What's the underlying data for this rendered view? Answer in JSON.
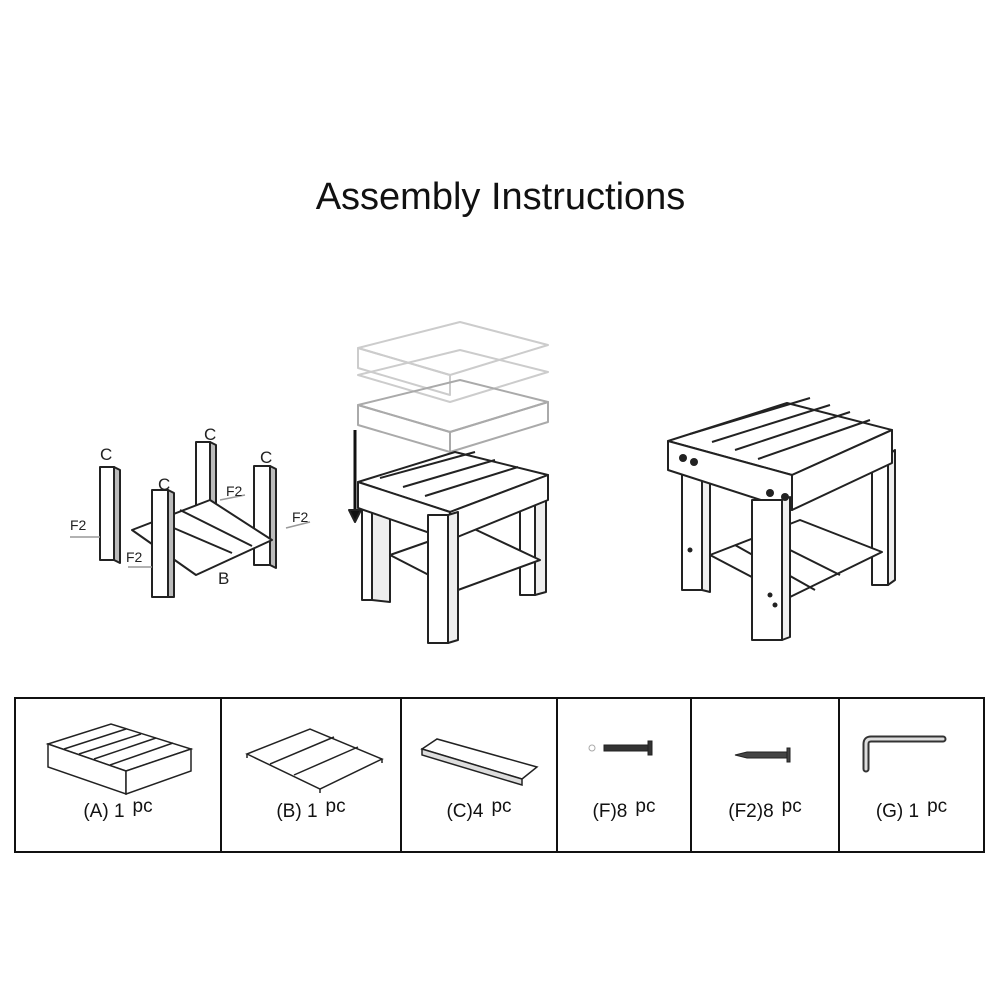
{
  "title": "Assembly Instructions",
  "step1_labels": {
    "leg": "C",
    "screw": "F2",
    "shelf": "B"
  },
  "parts": [
    {
      "id": "(A)",
      "qty": "1",
      "unit": "pc",
      "icon": "seat-top-icon"
    },
    {
      "id": "(B)",
      "qty": "1",
      "unit": "pc",
      "icon": "shelf-board-icon"
    },
    {
      "id": "(C)",
      "qty": "4",
      "unit": "pc",
      "icon": "leg-board-icon"
    },
    {
      "id": "(F)",
      "qty": "8",
      "unit": "pc",
      "icon": "bolt-icon"
    },
    {
      "id": "(F2)",
      "qty": "8",
      "unit": "pc",
      "icon": "wood-screw-icon"
    },
    {
      "id": "(G)",
      "qty": "1",
      "unit": "pc",
      "icon": "allen-key-icon"
    }
  ]
}
